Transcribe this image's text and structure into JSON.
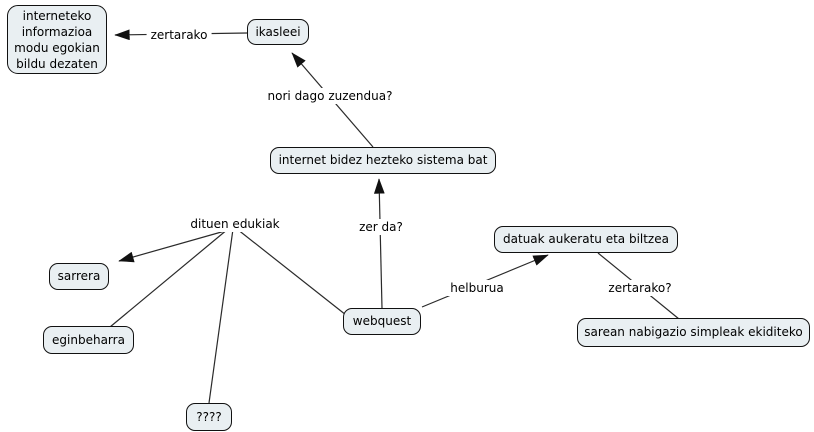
{
  "colors": {
    "background": "#ffffff",
    "node_fill": "#e9eff2",
    "node_border": "#111111",
    "line_color": "#2a2a2a",
    "text_color": "#000000"
  },
  "nodes": [
    {
      "id": "goal",
      "label": "interneteko\ninformazioa\nmodu egokian\nbildu dezaten"
    },
    {
      "id": "ikasleei",
      "label": "ikasleei"
    },
    {
      "id": "internet-sistema",
      "label": "internet bidez hezteko sistema bat"
    },
    {
      "id": "sarrera",
      "label": "sarrera"
    },
    {
      "id": "eginbeharra",
      "label": "eginbeharra"
    },
    {
      "id": "unknown",
      "label": "????"
    },
    {
      "id": "webquest",
      "label": "webquest"
    },
    {
      "id": "datuak",
      "label": "datuak aukeratu eta biltzea"
    },
    {
      "id": "sarean",
      "label": "sarean nabigazio simpleak ekiditeko"
    }
  ],
  "edges": [
    {
      "id": "zertarako",
      "label": "zertarako"
    },
    {
      "id": "nori-dago-zuzendua",
      "label": "nori dago zuzendua?"
    },
    {
      "id": "dituen-edukiak",
      "label": "dituen edukiak"
    },
    {
      "id": "zer-da",
      "label": "zer da?"
    },
    {
      "id": "helburua",
      "label": "helburua"
    },
    {
      "id": "zertarako-2",
      "label": "zertarako?"
    }
  ]
}
